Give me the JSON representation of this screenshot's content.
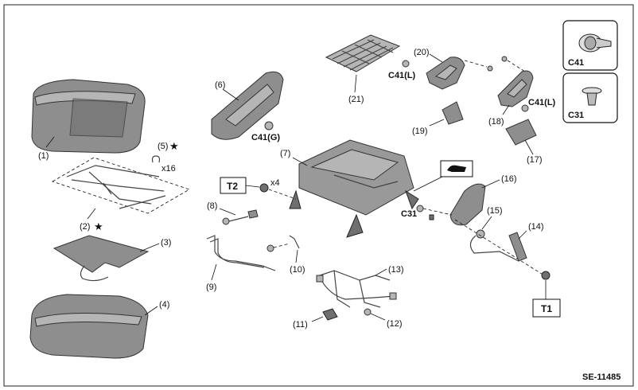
{
  "diagram_id": "SE-11485",
  "parts": {
    "p1": "(1)",
    "p2": "(2)",
    "p3": "(3)",
    "p4": "(4)",
    "p5": "(5)",
    "p6": "(6)",
    "p7": "(7)",
    "p8": "(8)",
    "p9": "(9)",
    "p10": "(10)",
    "p11": "(11)",
    "p12": "(12)",
    "p13": "(13)",
    "p14": "(14)",
    "p15": "(15)",
    "p16": "(16)",
    "p17": "(17)",
    "p18": "(18)",
    "p19": "(19)",
    "p20": "(20)",
    "p21": "(21)"
  },
  "qty": {
    "x16": "x16",
    "x4": "x4"
  },
  "star": "★",
  "clips": {
    "c41": "C41",
    "c31": "C31",
    "c41g": "C41(G)",
    "c41l": "C41(L)",
    "c41l2": "C41(L)",
    "c31b": "C31"
  },
  "torque": {
    "t1": "T1",
    "t2": "T2"
  }
}
